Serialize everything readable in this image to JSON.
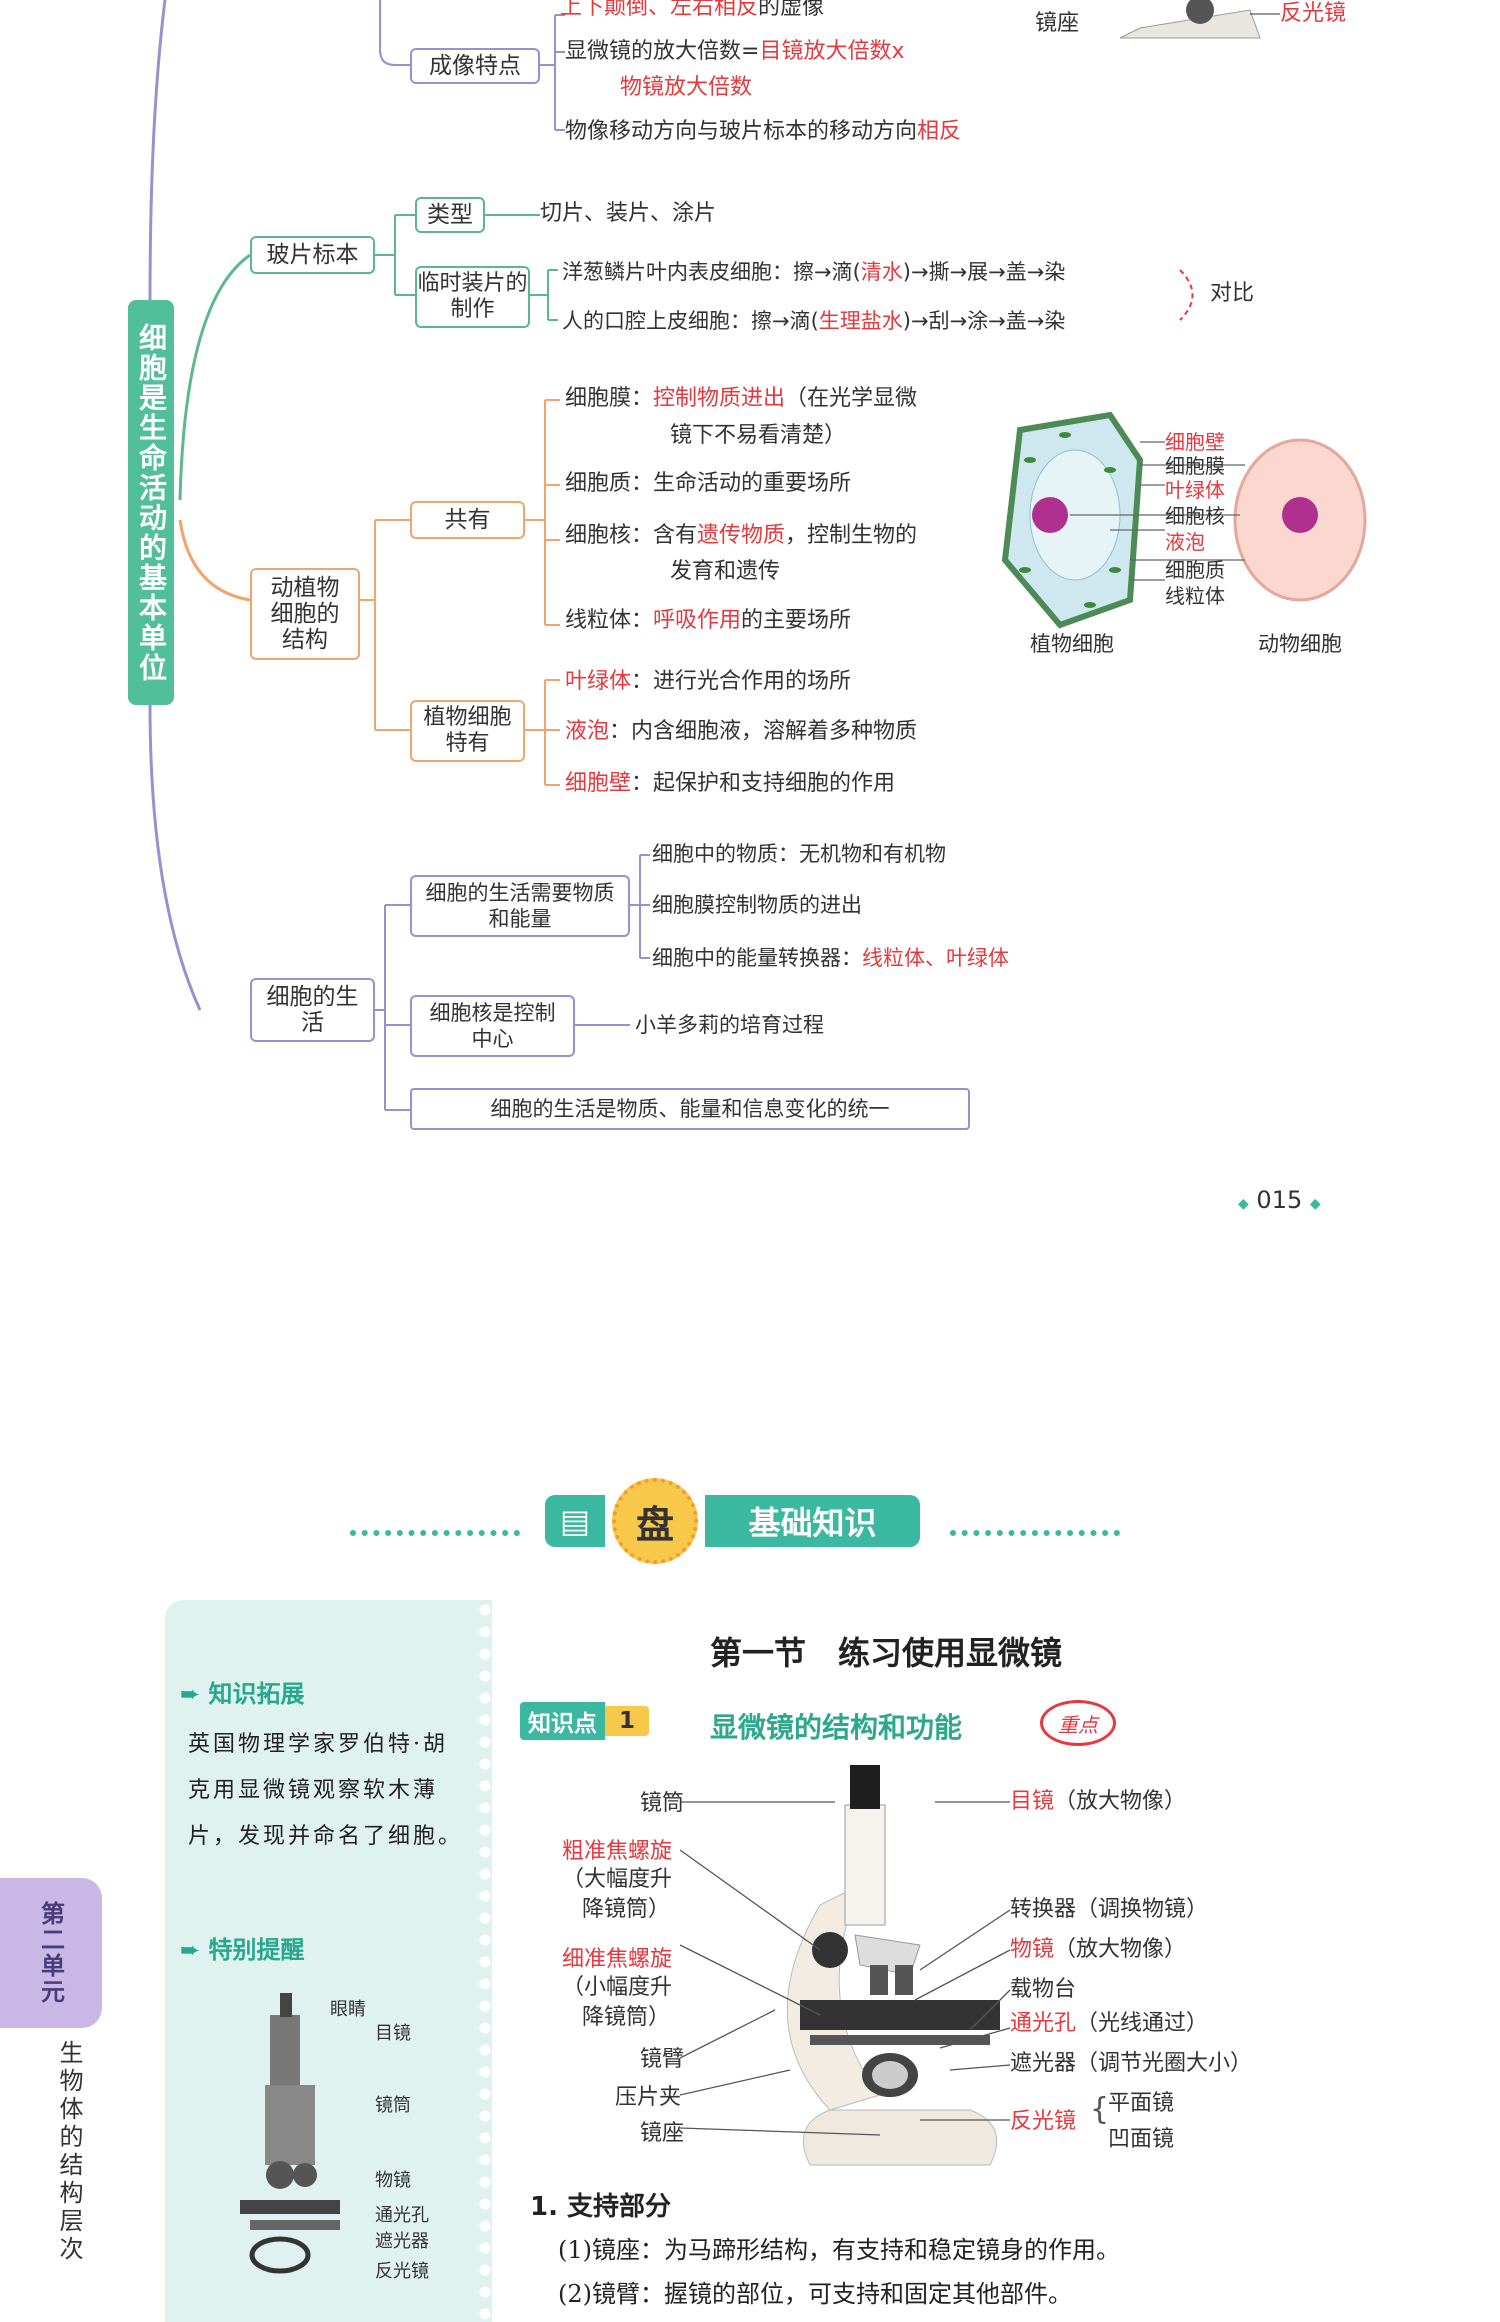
{
  "mindmap": {
    "title": "细胞是生命活动的基本单位",
    "imaging": {
      "top_red": "上下颠倒、左右相反",
      "top_tail": "的虚像",
      "label": "成像特点",
      "mag_prefix": "显微镜的放大倍数=",
      "mag_red1": "目镜放大倍数x",
      "mag_red2": "物镜放大倍数",
      "move_text": "物像移动方向与玻片标本的移动方向",
      "move_red": "相反",
      "base_label": "镜座",
      "mirror_label": "反光镜"
    },
    "slides": {
      "label": "玻片标本",
      "type_label": "类型",
      "type_value": "切片、装片、涂片",
      "temp_label": "临时装片的制作",
      "onion_a": "洋葱鳞片叶内表皮细胞：擦→滴(",
      "onion_red": "清水",
      "onion_b": ")→撕→展→盖→染",
      "cheek_a": "人的口腔上皮细胞：擦→滴(",
      "cheek_red": "生理盐水",
      "cheek_b": ")→刮→涂→盖→染",
      "compare": "对比"
    },
    "structure": {
      "label": "动植物细胞的结构",
      "common_label": "共有",
      "membrane_a": "细胞膜：",
      "membrane_red": "控制物质进出",
      "membrane_b": "（在光学显微",
      "membrane_c": "镜下不易看清楚）",
      "cytoplasm": "细胞质：生命活动的重要场所",
      "nucleus_a": "细胞核：含有",
      "nucleus_red": "遗传物质",
      "nucleus_b": "，控制生物的",
      "nucleus_c": "发育和遗传",
      "mito_a": "线粒体：",
      "mito_red": "呼吸作用",
      "mito_b": "的主要场所",
      "plant_only_label": "植物细胞特有",
      "chloro_red": "叶绿体",
      "chloro_b": "：进行光合作用的场所",
      "vacuole_red": "液泡",
      "vacuole_b": "：内含细胞液，溶解着多种物质",
      "wall_red": "细胞壁",
      "wall_b": "：起保护和支持细胞的作用",
      "fig_labels": {
        "wall": "细胞壁",
        "membrane": "细胞膜",
        "chloroplast": "叶绿体",
        "nucleus": "细胞核",
        "vacuole": "液泡",
        "cytoplasm": "细胞质",
        "mitochondria": "线粒体",
        "plant_cell": "植物细胞",
        "animal_cell": "动物细胞"
      }
    },
    "life": {
      "label": "细胞的生活",
      "need_label": "细胞的生活需要物质和能量",
      "sub1": "细胞中的物质：无机物和有机物",
      "sub2": "细胞膜控制物质的进出",
      "sub3_a": "细胞中的能量转换器：",
      "sub3_red": "线粒体、叶绿体",
      "nucleus_label": "细胞核是控制中心",
      "dolly": "小羊多莉的培育过程",
      "unity": "细胞的生活是物质、能量和信息变化的统一"
    }
  },
  "page_number": "015",
  "section_banner": {
    "char": "盘",
    "title": "基础知识"
  },
  "sidebar": {
    "extension_title": "知识拓展",
    "extension_text": "英国物理学家罗伯特·胡克用显微镜观察软木薄片，发现并命名了细胞。",
    "reminder_title": "特别提醒",
    "mini_labels": [
      "眼睛",
      "目镜",
      "镜筒",
      "物镜",
      "通光孔",
      "遮光器",
      "反光镜"
    ]
  },
  "unit_tab": {
    "unit": "第二单元",
    "subtitle": "生物体的结构层次"
  },
  "lesson": {
    "section_title": "第一节　练习使用显微镜",
    "kp_tag": "知识点",
    "kp_num": "1",
    "kp_title": "显微镜的结构和功能",
    "key_badge": "重点",
    "left_labels": {
      "tube": "镜筒",
      "coarse_red": "粗准焦螺旋",
      "coarse_desc1": "（大幅度升",
      "coarse_desc2": "降镜筒）",
      "fine_red": "细准焦螺旋",
      "fine_desc1": "（小幅度升",
      "fine_desc2": "降镜筒）",
      "arm": "镜臂",
      "clip": "压片夹",
      "base": "镜座"
    },
    "right_labels": {
      "eyepiece_red": "目镜",
      "eyepiece_desc": "（放大物像）",
      "nosepiece": "转换器（调换物镜）",
      "objective_red": "物镜",
      "objective_desc": "（放大物像）",
      "stage": "载物台",
      "aperture_red": "通光孔",
      "aperture_desc": "（光线通过）",
      "diaphragm": "遮光器（调节光圈大小）",
      "mirror_red": "反光镜",
      "mirror_flat": "平面镜",
      "mirror_concave": "凹面镜"
    },
    "support_title": "1. 支持部分",
    "support_1": "(1)镜座：为马蹄形结构，有支持和稳定镜身的作用。",
    "support_2": "(2)镜臂：握镜的部位，可支持和固定其他部件。"
  }
}
